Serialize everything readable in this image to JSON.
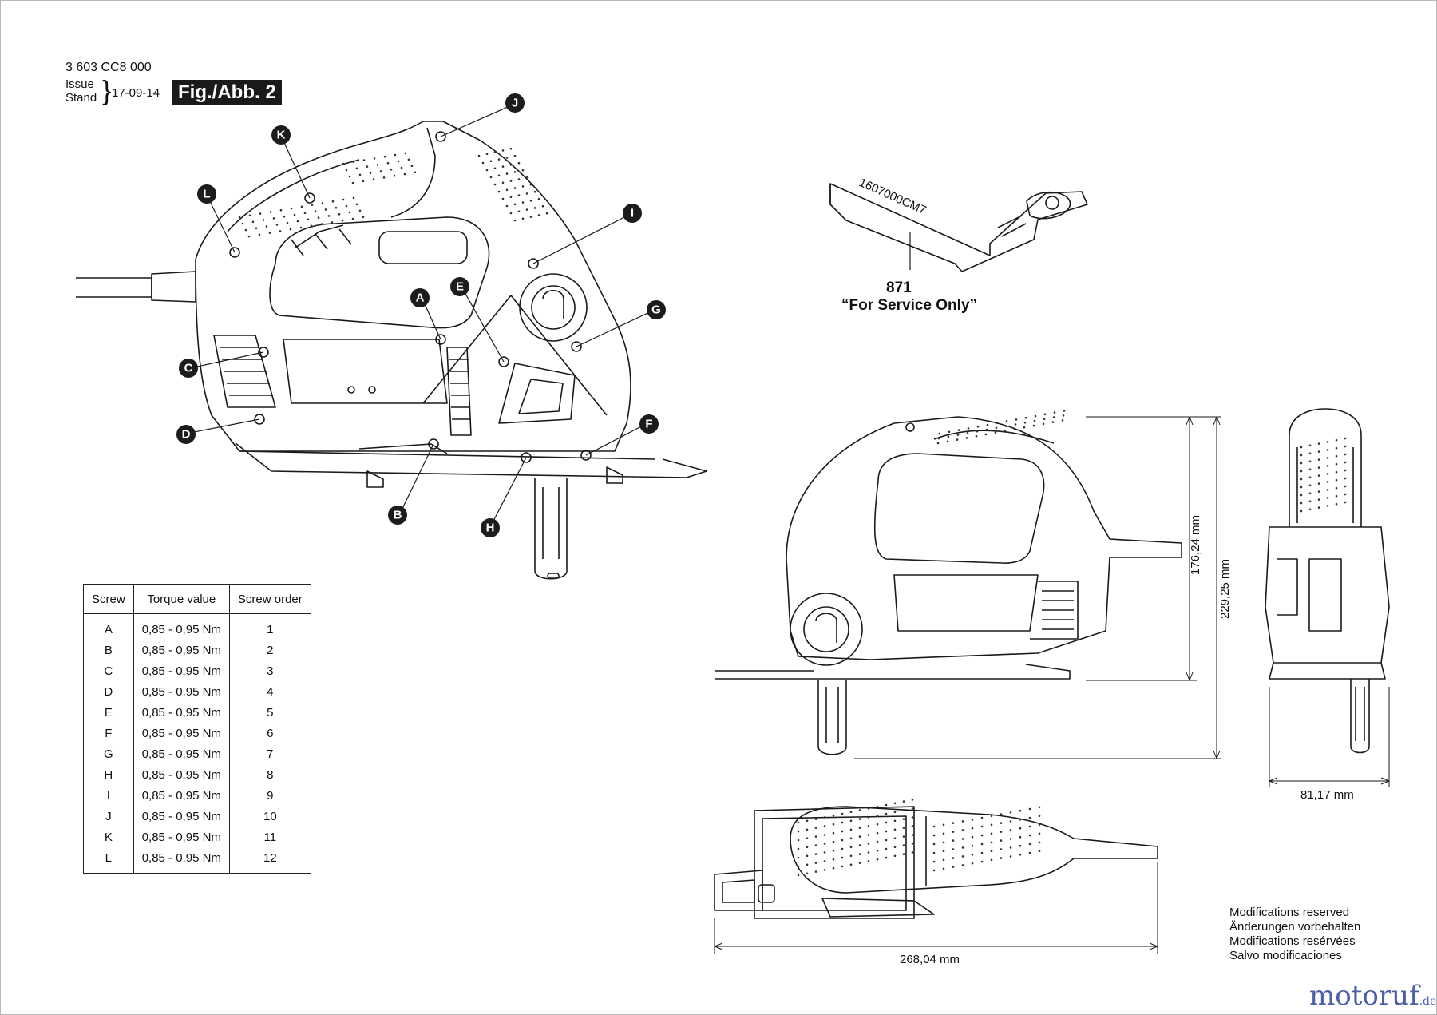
{
  "header": {
    "part_number": "3 603 CC8 000",
    "issue_label_1": "Issue",
    "issue_label_2": "Stand",
    "issue_date": "17-09-14",
    "figure_label": "Fig./Abb. 2"
  },
  "callouts": [
    "A",
    "B",
    "C",
    "D",
    "E",
    "F",
    "G",
    "H",
    "I",
    "J",
    "K",
    "L"
  ],
  "service_part": {
    "number": "871",
    "note": "“For Service Only”",
    "imprint": "1607000CM7"
  },
  "dimensions": {
    "height_1": "176,24 mm",
    "height_2": "229,25 mm",
    "width": "81,17 mm",
    "length": "268,04 mm"
  },
  "torque_table": {
    "headers": [
      "Screw",
      "Torque value",
      "Screw order"
    ],
    "rows": [
      [
        "A",
        "0,85 - 0,95 Nm",
        "1"
      ],
      [
        "B",
        "0,85 - 0,95 Nm",
        "2"
      ],
      [
        "C",
        "0,85 - 0,95 Nm",
        "3"
      ],
      [
        "D",
        "0,85 - 0,95 Nm",
        "4"
      ],
      [
        "E",
        "0,85 - 0,95 Nm",
        "5"
      ],
      [
        "F",
        "0,85 - 0,95 Nm",
        "6"
      ],
      [
        "G",
        "0,85 - 0,95 Nm",
        "7"
      ],
      [
        "H",
        "0,85 - 0,95 Nm",
        "8"
      ],
      [
        "I",
        "0,85 - 0,95 Nm",
        "9"
      ],
      [
        "J",
        "0,85 - 0,95 Nm",
        "10"
      ],
      [
        "K",
        "0,85 - 0,95 Nm",
        "11"
      ],
      [
        "L",
        "0,85 - 0,95 Nm",
        "12"
      ]
    ]
  },
  "modifications_notice": [
    "Modifications reserved",
    "Änderungen vorbehalten",
    "Modifications resérvées",
    "Salvo modificaciones"
  ],
  "logo": {
    "main": "motoruf",
    "suffix": ".de",
    "color": "#4b5fa6"
  }
}
